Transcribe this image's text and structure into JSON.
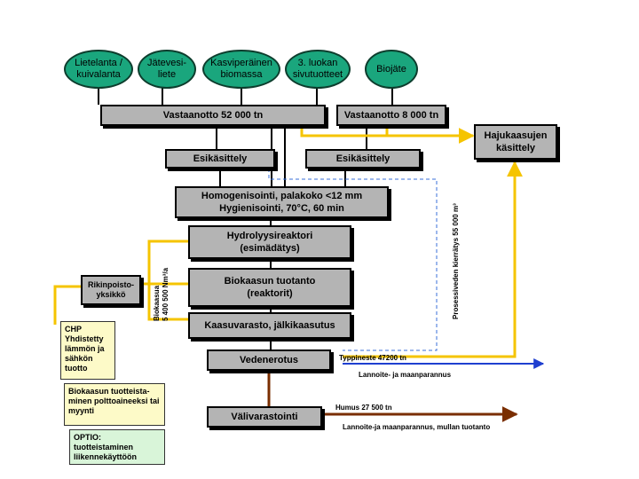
{
  "sources": [
    {
      "id": "s1",
      "label": "Lietelanta / kuivalanta"
    },
    {
      "id": "s2",
      "label": "Jätevesi- liete"
    },
    {
      "id": "s3",
      "label": "Kasviperäinen biomassa"
    },
    {
      "id": "s4",
      "label": "3. luokan sivutuotteet"
    },
    {
      "id": "s5",
      "label": "Biojäte"
    }
  ],
  "nodes": {
    "reception1": "Vastaanotto 52 000 tn",
    "reception2": "Vastaanotto 8 000 tn",
    "odor": "Hajukaasujen käsittely",
    "pre1": "Esikäsittely",
    "pre2": "Esikäsittely",
    "homog_line1": "Homogenisointi, palakoko  <12 mm",
    "homog_line2": "Hygienisointi, 70°C, 60 min",
    "hydro_line1": "Hydrolyysireaktori",
    "hydro_line2": "(esimädätys)",
    "biogas_line1": "Biokaasun tuotanto",
    "biogas_line2": "(reaktorit)",
    "storage": "Kaasuvarasto, jälkikaasutus",
    "sep": "Vedenerotus",
    "inter": "Välivarastointi",
    "sulfur": "Rikinpoisto- yksikkö"
  },
  "notes": {
    "chp": "CHP Yhdistetty lämmön ja sähkön tuotto",
    "fuel": "Biokaasun tuotteista- minen polttoaineeksi tai myynti",
    "option": "OPTIO: tuotteistaminen liikennekäyttöön"
  },
  "labels": {
    "biogas_flow_line1": "Biokaasua",
    "biogas_flow_line2": "5 400 500 Nm³/a",
    "process_water": "Prosessiveden kierrätys  55 000 m³",
    "nitrogen": "Typpineste 47200 tn",
    "nitrogen_use": "Lannoite- ja maanparannus",
    "humus": "Humus 27 500 tn",
    "humus_use": "Lannoite-ja maanparannus, mullan tuotanto"
  },
  "colors": {
    "source_fill": "#1aa67d",
    "process_fill": "#b4b4b4",
    "gas_line": "#f5c400",
    "nitrogen_line": "#1f3fd0",
    "humus_line": "#7a2e00",
    "water_line": "#3a6fd8",
    "chp_fill": "#fdfac8",
    "fuel_fill": "#fdfac8",
    "option_fill": "#d9f5d9"
  }
}
